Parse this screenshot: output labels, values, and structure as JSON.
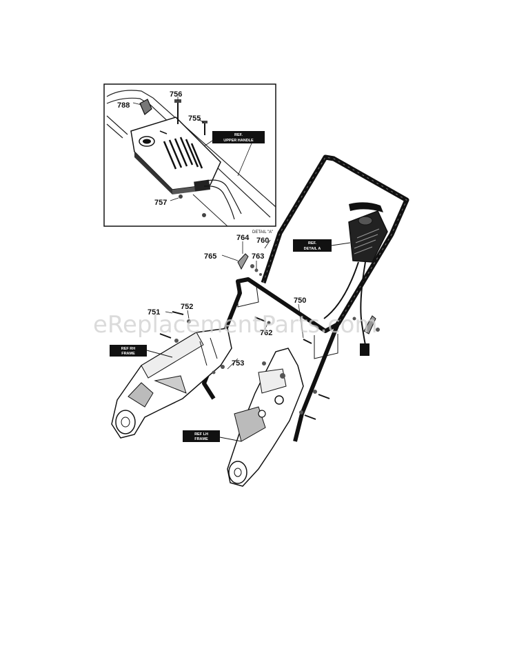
{
  "parts": {
    "p788": "788",
    "p756": "756",
    "p755": "755",
    "p757": "757",
    "p760": "760",
    "p764": "764",
    "p765": "765",
    "p763": "763",
    "p751": "751",
    "p752": "752",
    "p750": "750",
    "p762": "762",
    "p753": "753"
  },
  "labels": {
    "ref_upper_handle_1": "REF.",
    "ref_upper_handle_2": "UPPER HANDLE",
    "ref_detail_a_1": "REF.",
    "ref_detail_a_2": "DETAIL A",
    "ref_rh_frame_1": "REF RH",
    "ref_rh_frame_2": "FRAME",
    "ref_lh_frame_1": "REF LH",
    "ref_lh_frame_2": "FRAME",
    "detail_a": "DETAIL \"A\""
  },
  "watermark": "eReplacementParts.com"
}
